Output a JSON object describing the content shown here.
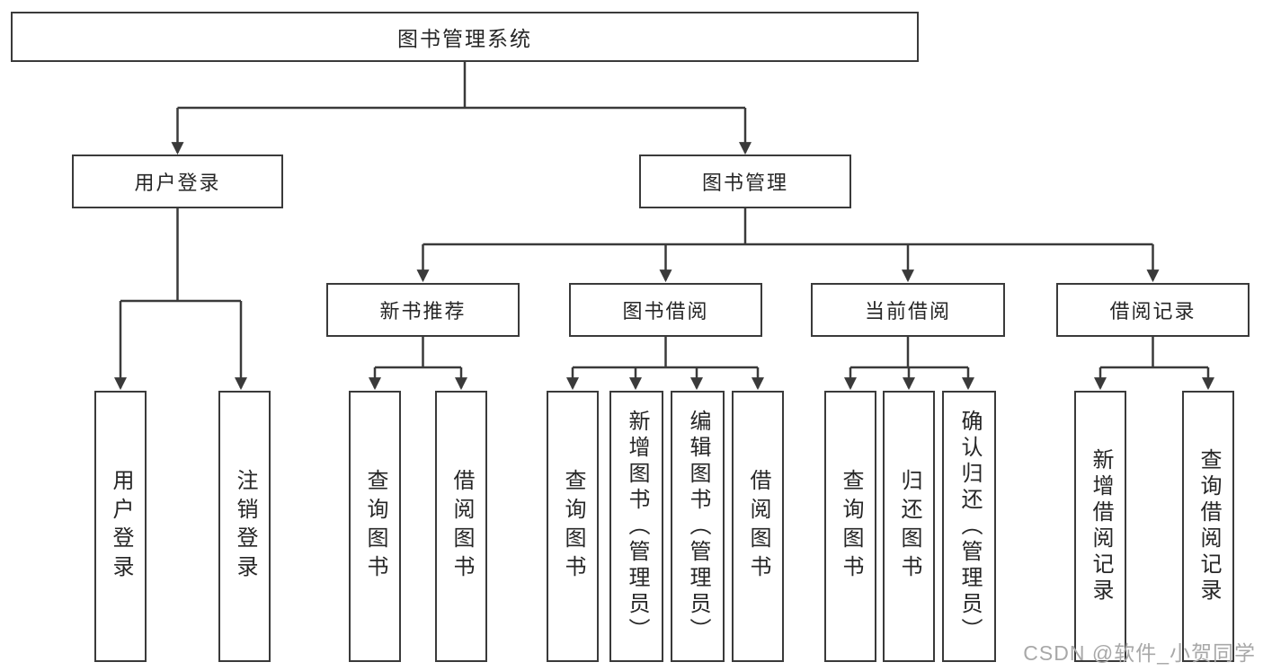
{
  "diagram": {
    "tree": {
      "label": "图书管理系统",
      "children": [
        {
          "label": "用户登录",
          "children": [
            {
              "label": "用户登录"
            },
            {
              "label": "注销登录"
            }
          ]
        },
        {
          "label": "图书管理",
          "children": [
            {
              "label": "新书推荐",
              "children": [
                {
                  "label": "查询图书"
                },
                {
                  "label": "借阅图书"
                }
              ]
            },
            {
              "label": "图书借阅",
              "children": [
                {
                  "label": "查询图书"
                },
                {
                  "label": "新增图书（管理员）"
                },
                {
                  "label": "编辑图书（管理员）"
                },
                {
                  "label": "借阅图书"
                }
              ]
            },
            {
              "label": "当前借阅",
              "children": [
                {
                  "label": "查询图书"
                },
                {
                  "label": "归还图书"
                },
                {
                  "label": "确认归还（管理员）"
                }
              ]
            },
            {
              "label": "借阅记录",
              "children": [
                {
                  "label": "新增借阅记录"
                },
                {
                  "label": "查询借阅记录"
                }
              ]
            }
          ]
        }
      ]
    }
  },
  "watermark": {
    "text": "CSDN @软件_小贺同学"
  },
  "style": {
    "line_color": "#3a3a3a",
    "text_color": "#262626",
    "watermark_color": "#a8a8a8",
    "background": "#ffffff"
  }
}
